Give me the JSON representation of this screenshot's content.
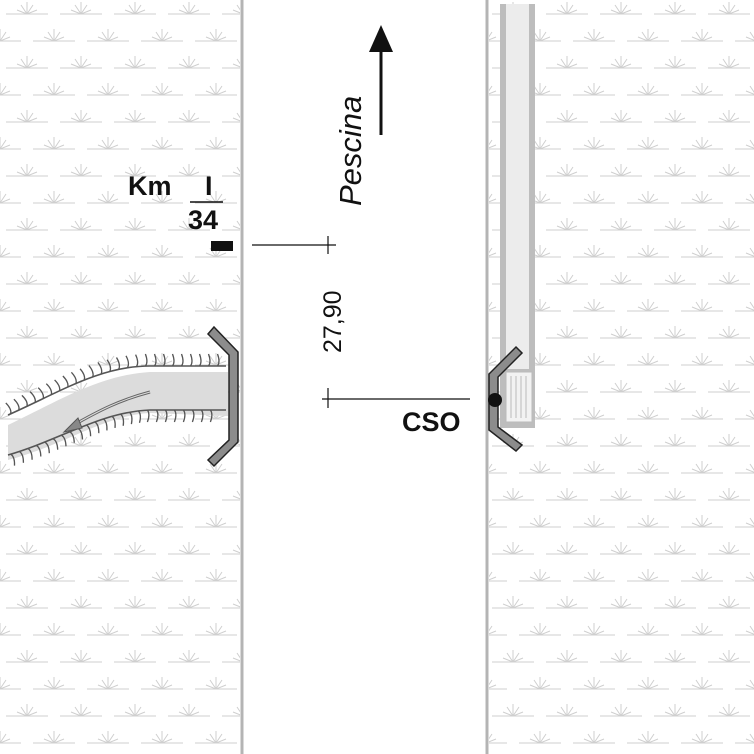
{
  "direction": {
    "label": "Pescina",
    "arrow_icon": "arrow-up-icon"
  },
  "kilometer_marker": {
    "prefix": "Km",
    "numerator": "I",
    "denominator": "34"
  },
  "distance": {
    "value": "27,90"
  },
  "outlet": {
    "label": "CSO"
  },
  "colors": {
    "background": "#ffffff",
    "field_texture": "#cfcfcf",
    "road_edge": "#b4b4b4",
    "culvert": "#8c8c8c",
    "channel_fill": "#dcdcdc",
    "pipe": "#bdbdbd",
    "ink": "#111111"
  }
}
